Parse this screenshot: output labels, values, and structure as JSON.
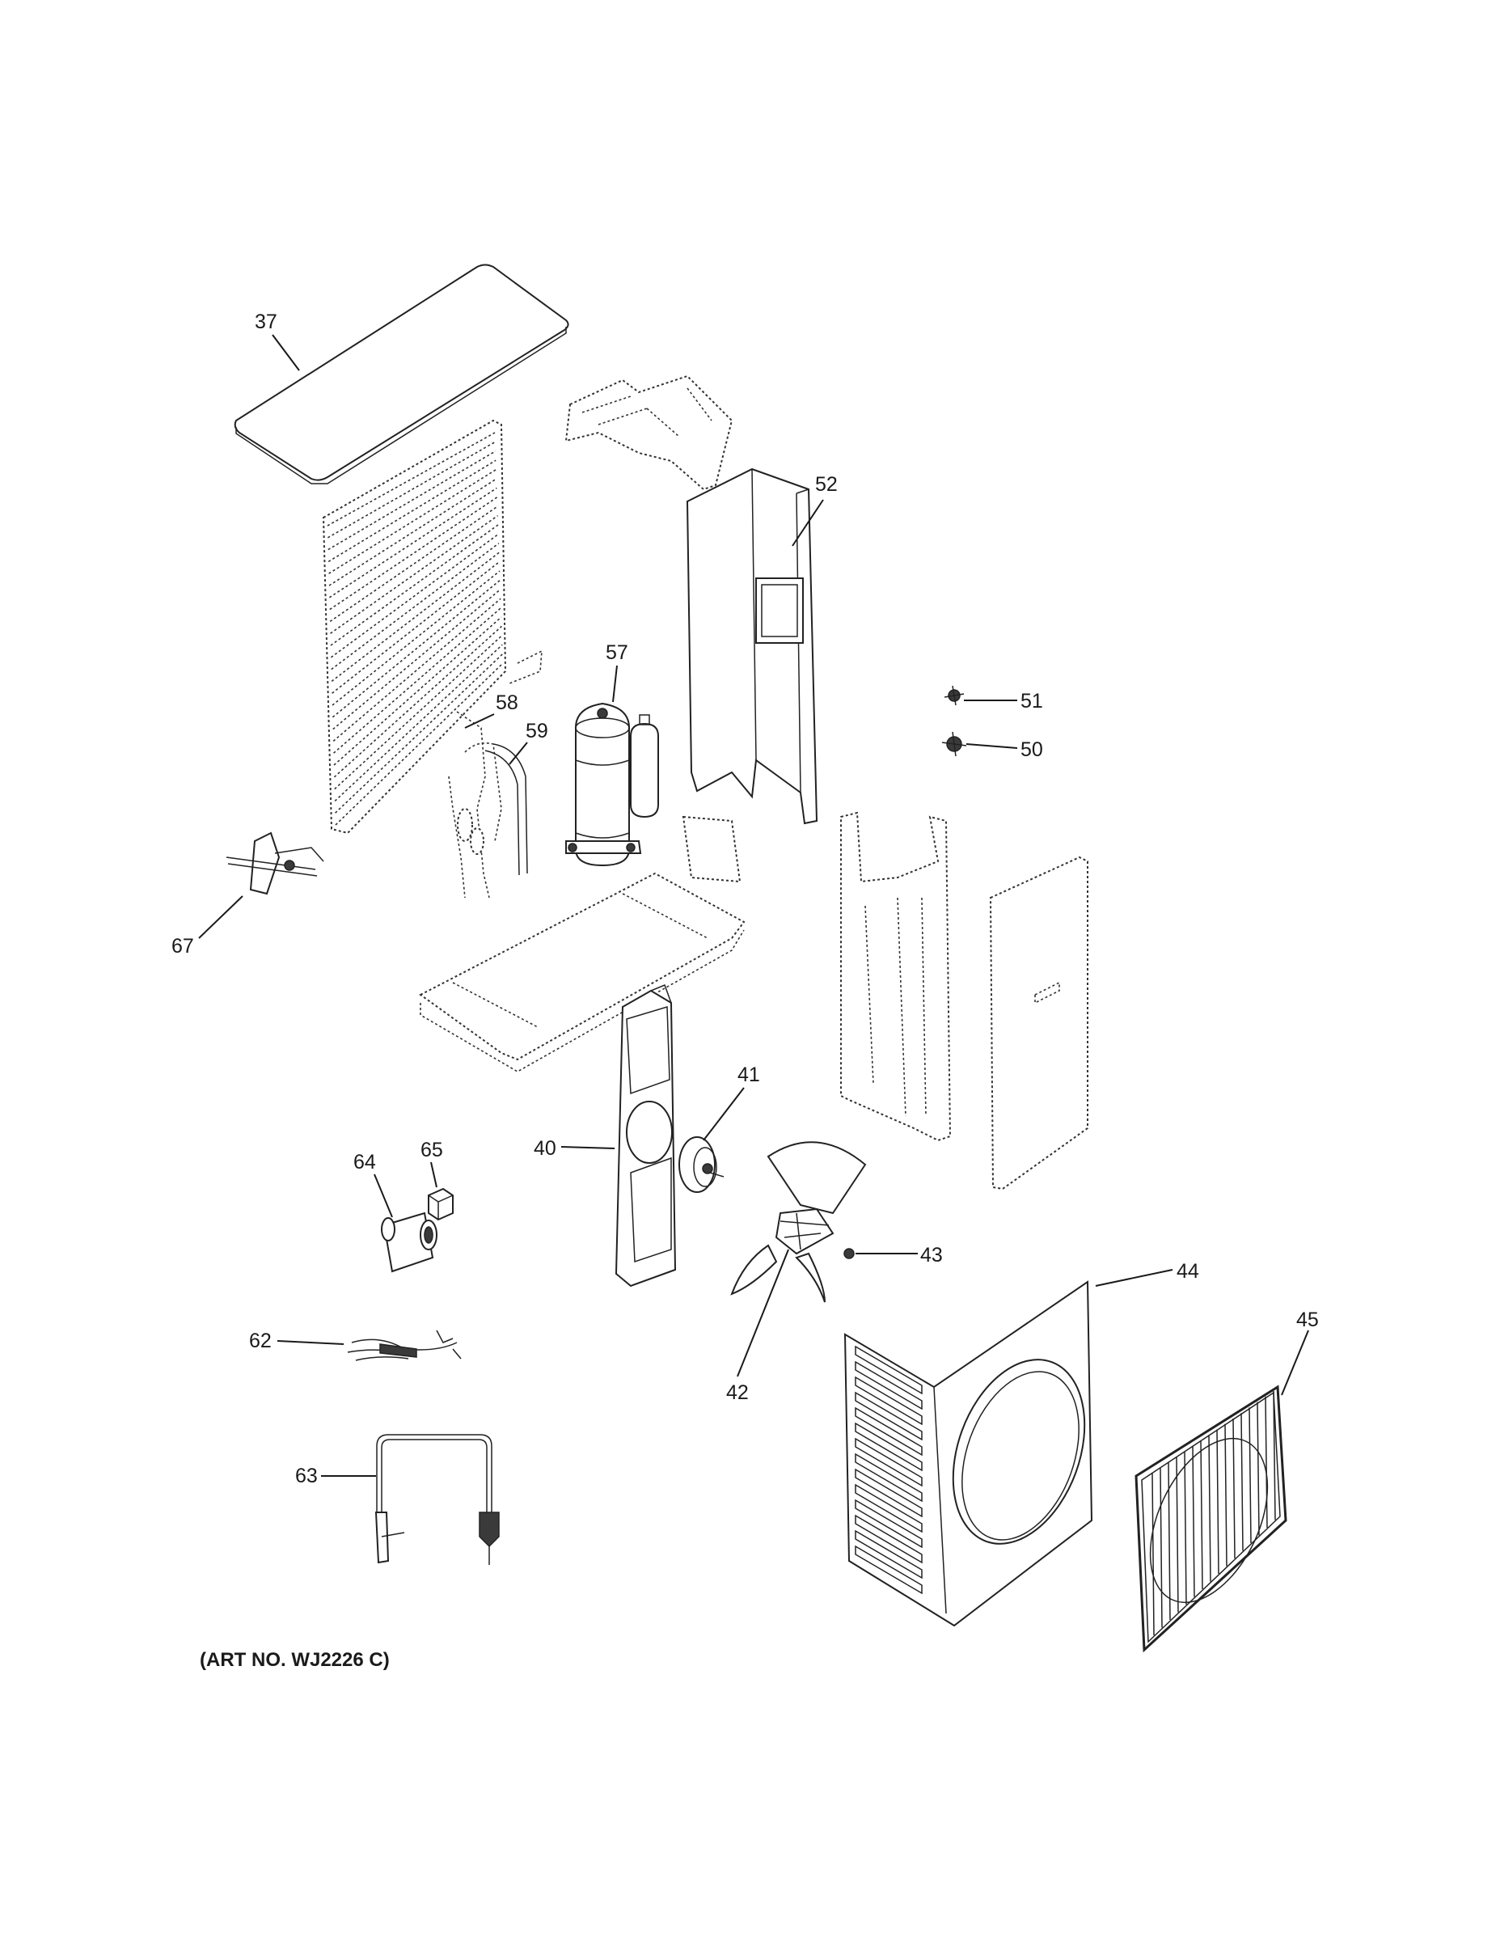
{
  "diagram": {
    "art_number": "(ART NO. WJ2226 C)",
    "callouts": [
      {
        "id": "37",
        "label": "37"
      },
      {
        "id": "52",
        "label": "52"
      },
      {
        "id": "57",
        "label": "57"
      },
      {
        "id": "58",
        "label": "58"
      },
      {
        "id": "59",
        "label": "59"
      },
      {
        "id": "51",
        "label": "51"
      },
      {
        "id": "50",
        "label": "50"
      },
      {
        "id": "67",
        "label": "67"
      },
      {
        "id": "41",
        "label": "41"
      },
      {
        "id": "40",
        "label": "40"
      },
      {
        "id": "64",
        "label": "64"
      },
      {
        "id": "65",
        "label": "65"
      },
      {
        "id": "43",
        "label": "43"
      },
      {
        "id": "44",
        "label": "44"
      },
      {
        "id": "42",
        "label": "42"
      },
      {
        "id": "45",
        "label": "45"
      },
      {
        "id": "62",
        "label": "62"
      },
      {
        "id": "63",
        "label": "63"
      }
    ]
  }
}
